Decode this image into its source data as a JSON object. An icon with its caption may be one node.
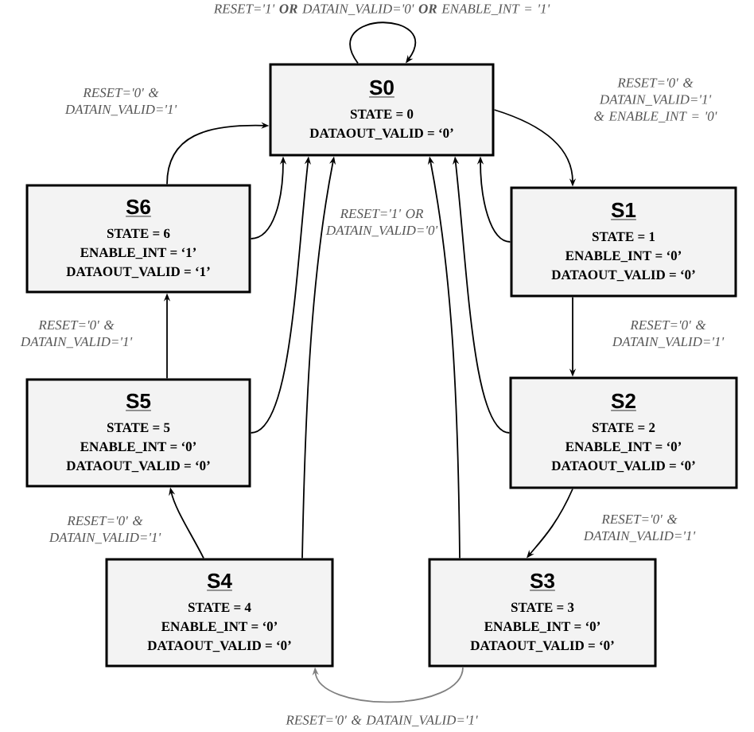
{
  "diagram": {
    "nodes": [
      {
        "text": [
          "S0",
          "STATE = 0",
          "DATAOUT_VALID = ‘0’"
        ]
      },
      {
        "text": [
          "S1",
          "STATE = 1",
          "ENABLE_INT = ‘0’",
          "DATAOUT_VALID = ‘0’"
        ]
      },
      {
        "text": [
          "S2",
          "STATE = 2",
          "ENABLE_INT = ‘0’",
          "DATAOUT_VALID = ‘0’"
        ]
      },
      {
        "text": [
          "S3",
          "STATE = 3",
          "ENABLE_INT = ‘0’",
          "DATAOUT_VALID = ‘0’"
        ]
      },
      {
        "text": [
          "S4",
          "STATE = 4",
          "ENABLE_INT = ‘0’",
          "DATAOUT_VALID = ‘0’"
        ]
      },
      {
        "text": [
          "S5",
          "STATE = 5",
          "ENABLE_INT = ‘0’",
          "DATAOUT_VALID = ‘0’"
        ]
      },
      {
        "text": [
          "S6",
          "STATE = 6",
          "ENABLE_INT = ‘1’",
          "DATAOUT_VALID = ‘1’"
        ]
      }
    ],
    "edges": [
      {
        "from": 0,
        "to": 0,
        "arrow": "to",
        "label": "RESET='1' **OR** DATAIN_VALID='0' **OR** ENABLE_INT = '1'"
      },
      {
        "from": 0,
        "to": 1,
        "arrow": "to",
        "label": "RESET='0' & DATAIN_VALID='1' & ENABLE_INT = '0'"
      },
      {
        "from": 1,
        "to": 2,
        "arrow": "to",
        "label": "RESET='0' & DATAIN_VALID='1'"
      },
      {
        "from": 2,
        "to": 3,
        "arrow": "to",
        "label": "RESET='0' & DATAIN_VALID='1'"
      },
      {
        "from": 3,
        "to": 4,
        "arrow": "to",
        "label": "RESET='0' & DATAIN_VALID='1'",
        "color": "#808080"
      },
      {
        "from": 4,
        "to": 5,
        "arrow": "to",
        "label": "RESET='0' & DATAIN_VALID='1'"
      },
      {
        "from": 5,
        "to": 6,
        "arrow": "to",
        "label": "RESET='0' & DATAIN_VALID='1'"
      },
      {
        "from": 6,
        "to": 0,
        "arrow": "to",
        "label": "RESET='0' & DATAIN_VALID='1'"
      },
      {
        "from": 6,
        "to": 0,
        "arrow": "to"
      },
      {
        "from": 5,
        "to": 0,
        "arrow": "to"
      },
      {
        "from": 4,
        "to": 0,
        "arrow": "to"
      },
      {
        "from": 3,
        "to": 0,
        "arrow": "to"
      },
      {
        "from": 2,
        "to": 0,
        "arrow": "to"
      },
      {
        "from": 1,
        "to": 0,
        "arrow": "to"
      }
    ],
    "labels": [
      "RESET='1' OR DATAIN_VALID='0'"
    ]
  }
}
